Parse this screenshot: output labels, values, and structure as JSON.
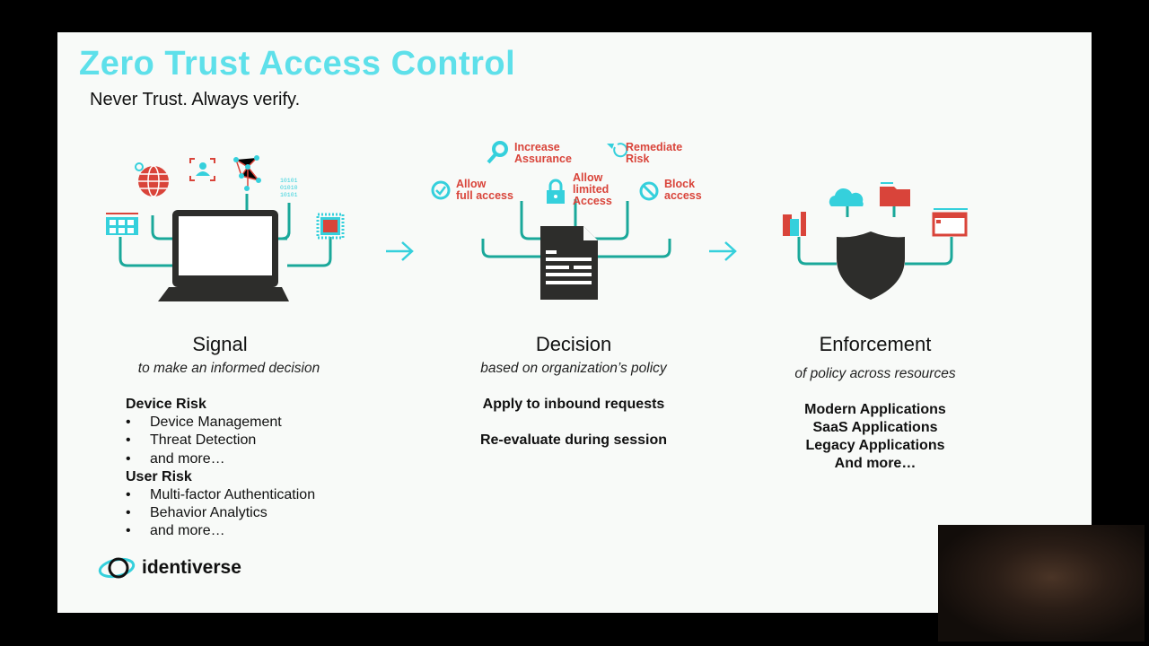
{
  "title": "Zero Trust Access Control",
  "subtitle": "Never Trust. Always verify.",
  "decision_options": {
    "increase": "Increase\nAssurance",
    "remediate": "Remediate\nRisk",
    "allow_full": "Allow\nfull access",
    "allow_limited": "Allow\nlimited\nAccess",
    "block": "Block\naccess"
  },
  "signal": {
    "heading": "Signal",
    "sub": "to make an informed decision",
    "groups": [
      {
        "label": "Device Risk",
        "items": [
          "Device Management",
          "Threat Detection",
          "and more…"
        ]
      },
      {
        "label": "User Risk",
        "items": [
          "Multi-factor Authentication",
          "Behavior Analytics",
          "and more…"
        ]
      }
    ]
  },
  "decision": {
    "heading": "Decision",
    "sub": "based on organization’s policy",
    "items": [
      "Apply to inbound requests",
      "Re-evaluate during session"
    ]
  },
  "enforcement": {
    "heading": "Enforcement",
    "sub": "of policy across resources",
    "items": [
      "Modern Applications",
      "SaaS Applications",
      "Legacy Applications",
      "And more…"
    ]
  },
  "logo": "identiverse",
  "colors": {
    "teal": "#1aa89a",
    "cyan": "#35d0dc",
    "red": "#d9443a",
    "dark": "#2d2d2b",
    "title": "#5ee0ea"
  }
}
